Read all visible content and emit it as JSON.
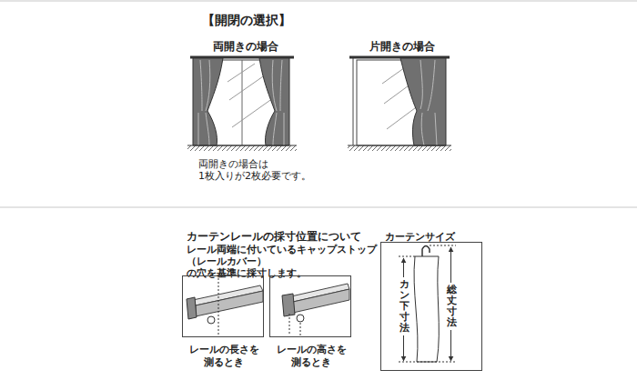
{
  "diagram": {
    "title": "【開閉の選択】",
    "nodes": [
      {
        "text": [
          "レールの長さを 測るとき"
        ]
      },
      {
        "text": [
          "レールの高さを 測るとき"
        ]
      },
      {
        "text": [
          "カーテンサイズ",
          "カン下寸法",
          "総丈寸法"
        ]
      }
    ],
    "labels": [
      "両開きの場合",
      "片開きの場合",
      "両開きの場合は 1枚入りが2枚必要です。",
      "カーテンレールの採寸位置について",
      "レール両端に付いているキャップストップ （レールカバー）の穴を基準に採寸します。"
    ]
  }
}
